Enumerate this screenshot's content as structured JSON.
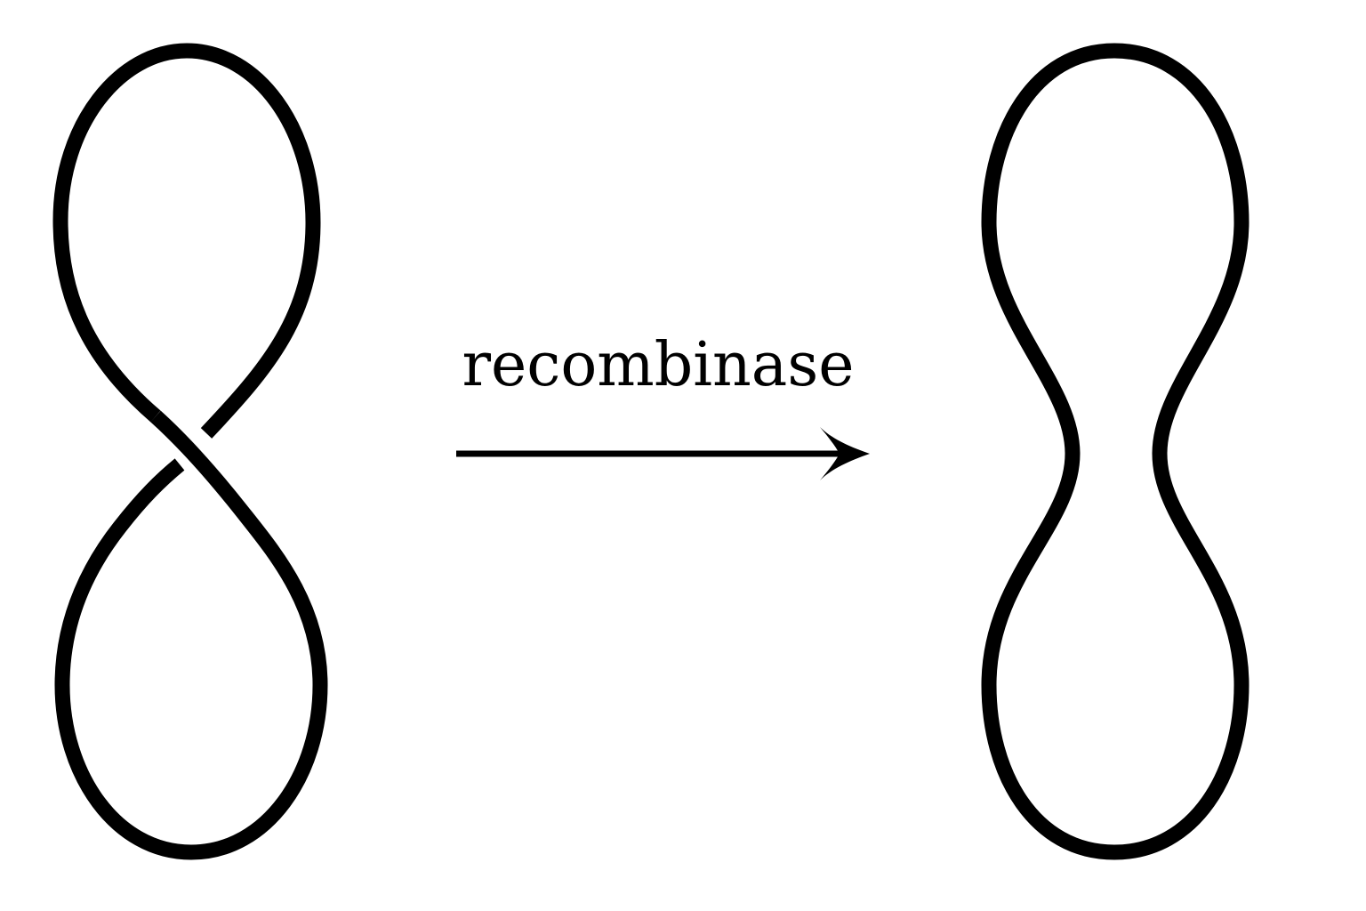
{
  "diagram": {
    "arrow_label": "recombinase",
    "colors": {
      "stroke": "#000000",
      "text": "#000000",
      "background": "#ffffff"
    },
    "elements": {
      "left": "figure-eight-loop-with-crossing",
      "right": "peanut-shaped-closed-loop"
    }
  }
}
